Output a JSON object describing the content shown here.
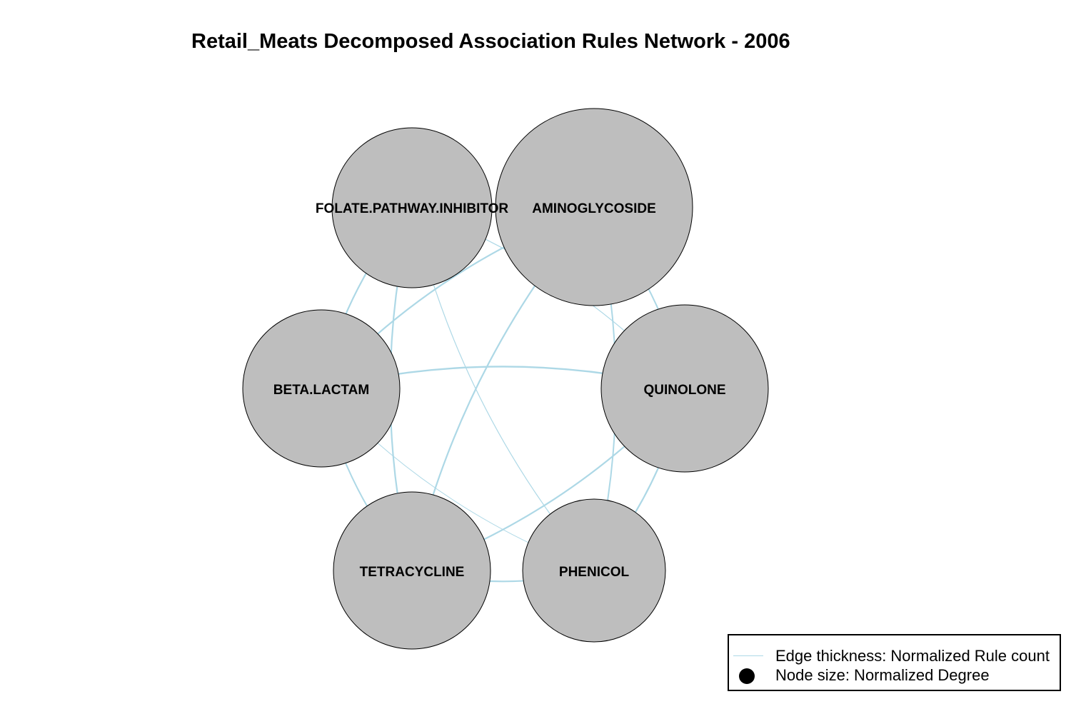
{
  "title": "Retail_Meats Decomposed Association Rules Network - 2006",
  "colors": {
    "edge": "#add8e6",
    "node_fill": "#bebebe",
    "node_stroke": "#000000"
  },
  "nodes": [
    {
      "id": "folate",
      "label": "FOLATE.PATHWAY.INHIBITOR"
    },
    {
      "id": "amino",
      "label": "AMINOGLYCOSIDE"
    },
    {
      "id": "beta",
      "label": "BETA.LACTAM"
    },
    {
      "id": "quin",
      "label": "QUINOLONE"
    },
    {
      "id": "tetra",
      "label": "TETRACYCLINE"
    },
    {
      "id": "phen",
      "label": "PHENICOL"
    }
  ],
  "edges": [
    {
      "source": "folate",
      "target": "beta"
    },
    {
      "source": "folate",
      "target": "tetra"
    },
    {
      "source": "folate",
      "target": "phen"
    },
    {
      "source": "folate",
      "target": "quin"
    },
    {
      "source": "amino",
      "target": "beta"
    },
    {
      "source": "amino",
      "target": "tetra"
    },
    {
      "source": "amino",
      "target": "phen"
    },
    {
      "source": "amino",
      "target": "quin"
    },
    {
      "source": "beta",
      "target": "quin"
    },
    {
      "source": "beta",
      "target": "tetra"
    },
    {
      "source": "beta",
      "target": "phen"
    },
    {
      "source": "quin",
      "target": "tetra"
    },
    {
      "source": "quin",
      "target": "phen"
    },
    {
      "source": "tetra",
      "target": "phen"
    }
  ],
  "legend": {
    "edge_label": "Edge thickness: Normalized Rule count",
    "node_label": "Node size: Normalized Degree"
  }
}
